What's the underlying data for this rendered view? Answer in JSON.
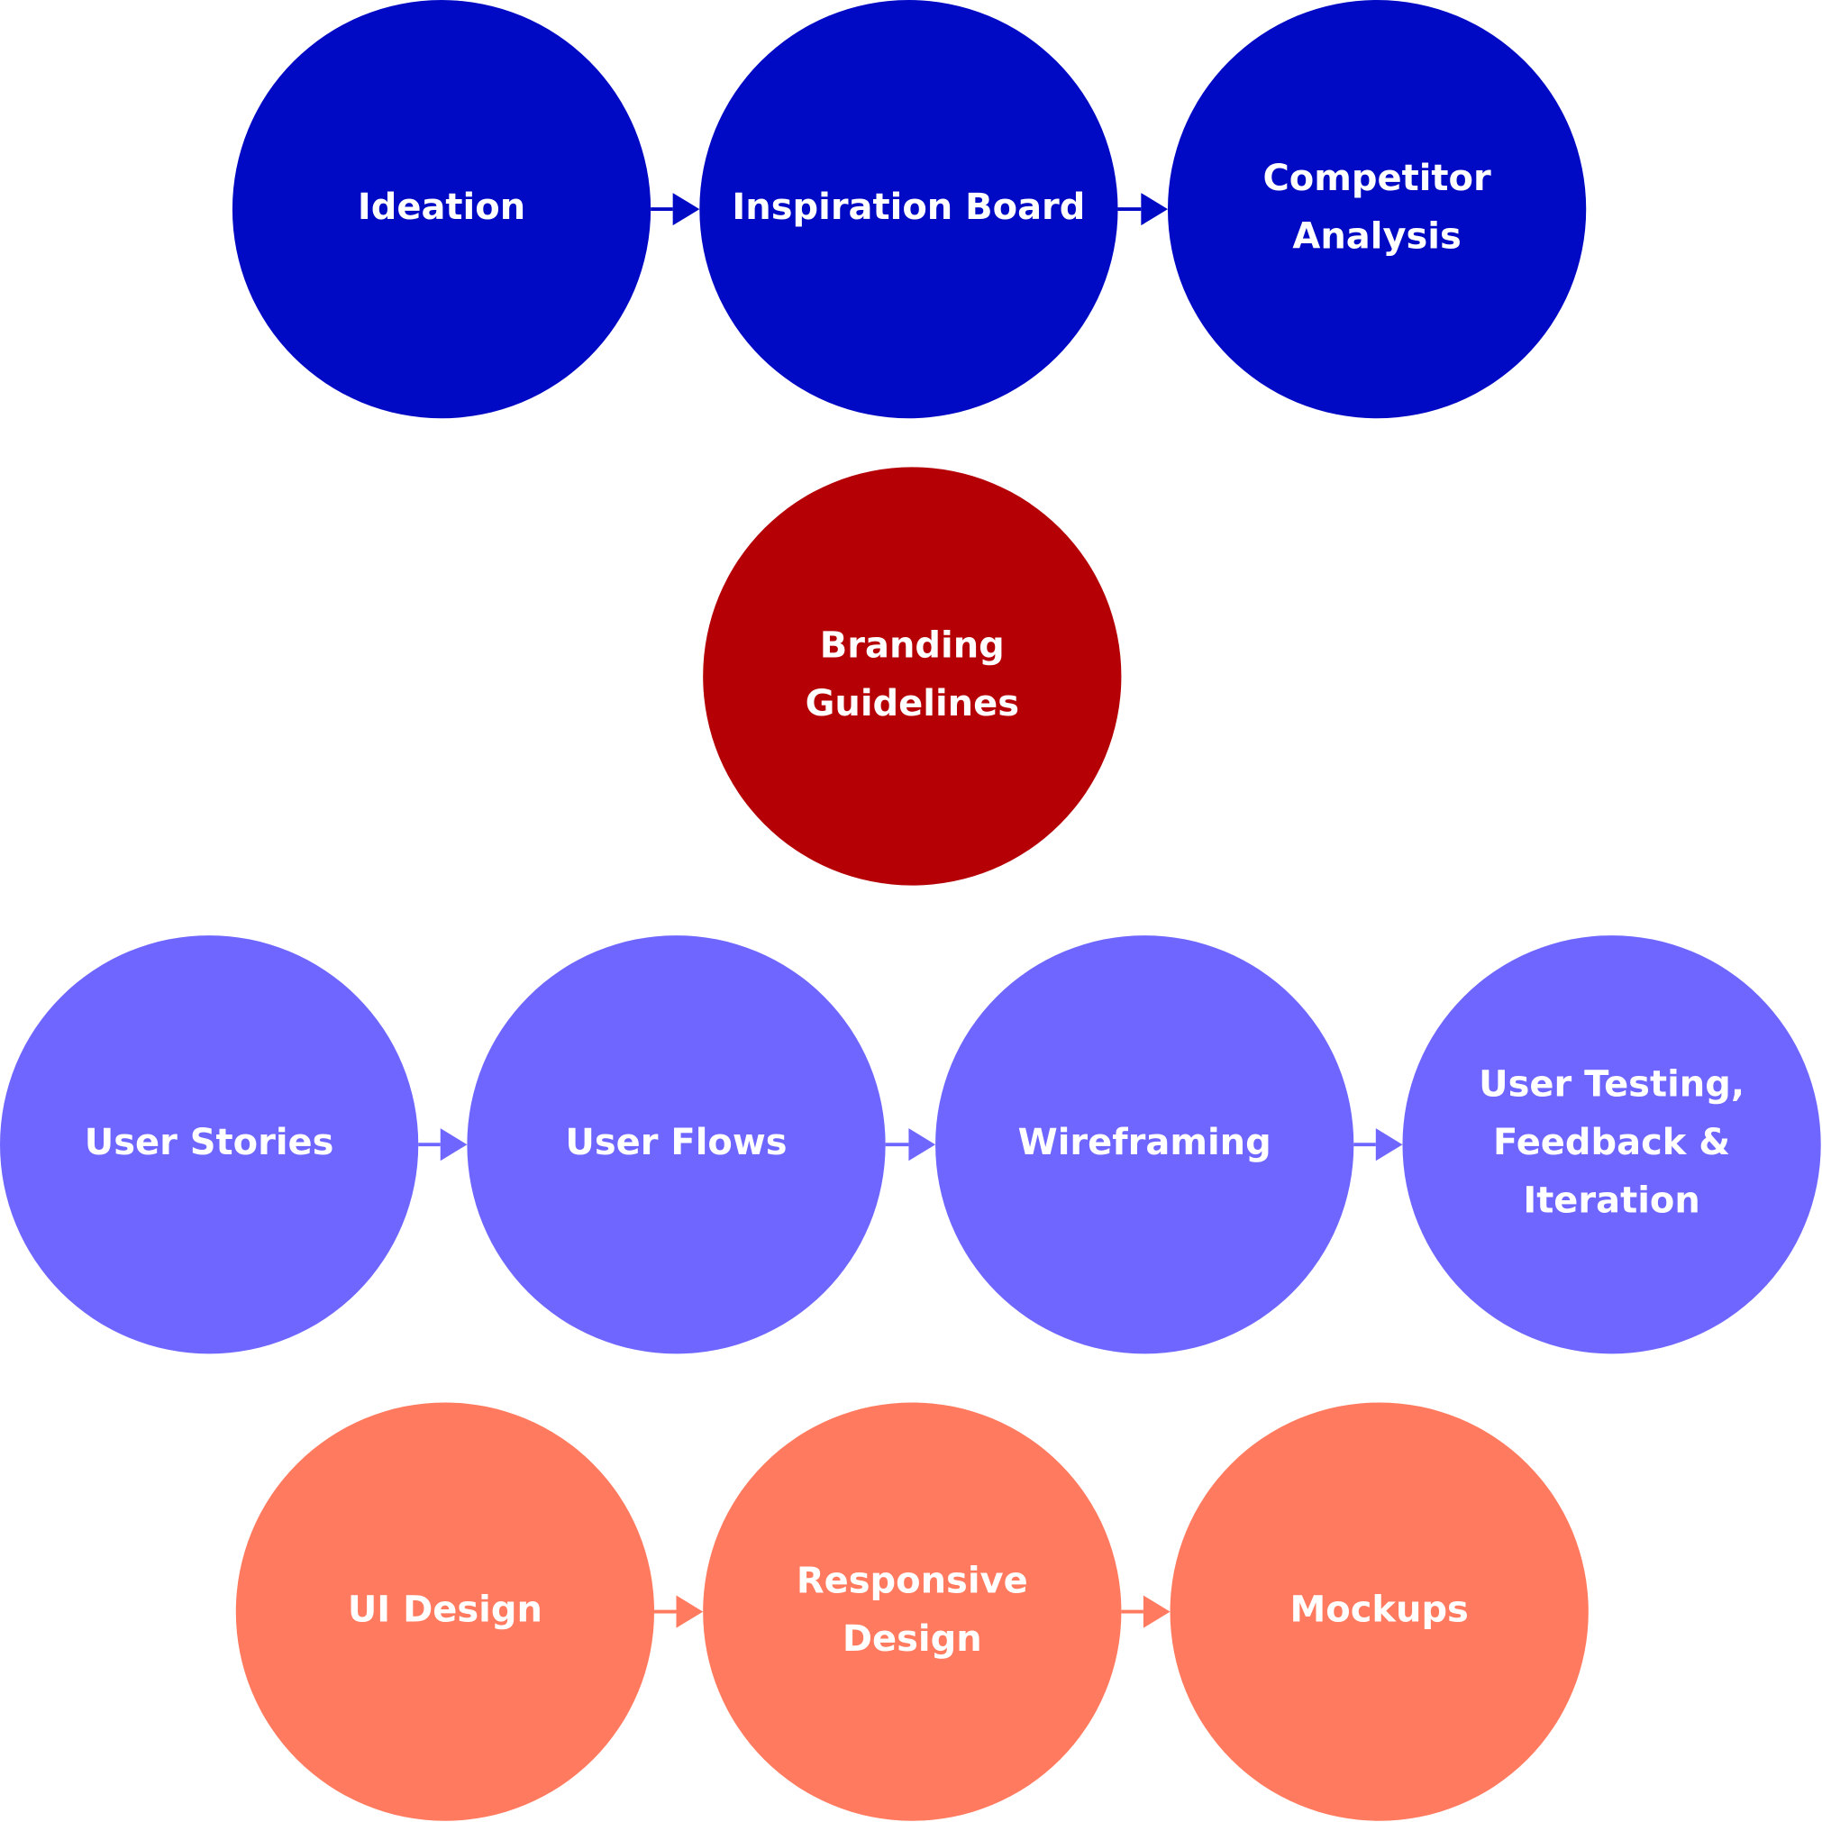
{
  "colors": {
    "discovery": "#0009C4",
    "branding": "#B50006",
    "ux": "#6E66FF",
    "ui": "#FF7A5E"
  },
  "rows": [
    {
      "group": "discovery",
      "nodes": [
        {
          "lines": [
            "Ideation"
          ]
        },
        {
          "lines": [
            "Inspiration Board"
          ]
        },
        {
          "lines": [
            "Competitor",
            "Analysis"
          ]
        }
      ]
    },
    {
      "group": "branding",
      "nodes": [
        {
          "lines": [
            "Branding",
            "Guidelines"
          ]
        }
      ]
    },
    {
      "group": "ux",
      "nodes": [
        {
          "lines": [
            "User Stories"
          ]
        },
        {
          "lines": [
            "User Flows"
          ]
        },
        {
          "lines": [
            "Wireframing"
          ]
        },
        {
          "lines": [
            "User Testing,",
            "Feedback &",
            "Iteration"
          ]
        }
      ]
    },
    {
      "group": "ui",
      "nodes": [
        {
          "lines": [
            "UI Design"
          ]
        },
        {
          "lines": [
            "Responsive",
            "Design"
          ]
        },
        {
          "lines": [
            "Mockups"
          ]
        }
      ]
    }
  ]
}
